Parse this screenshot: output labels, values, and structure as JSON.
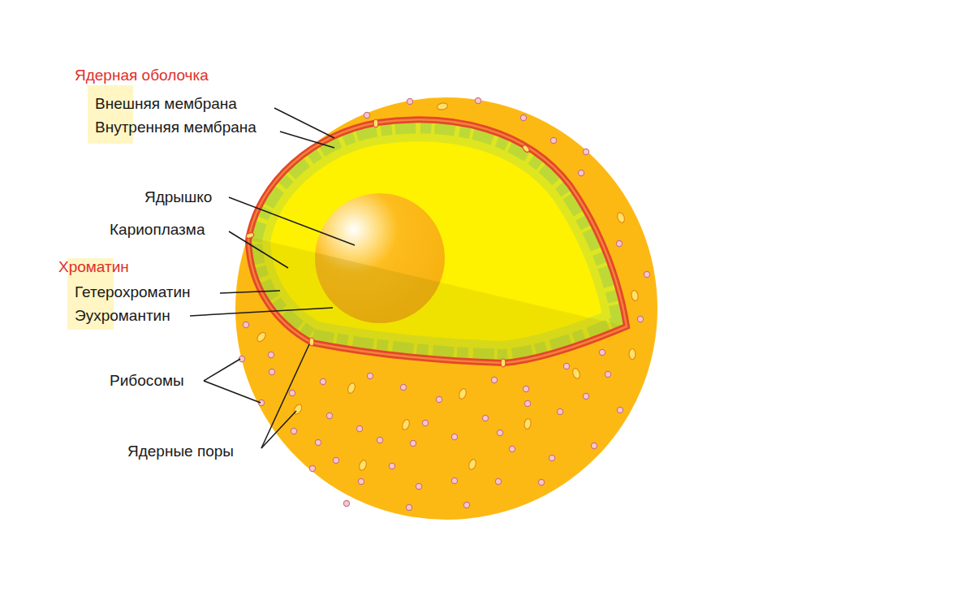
{
  "diagram": {
    "labels": [
      "Ядерная оболочка",
      "Внешняя мембрана",
      "Внутренняя мембрана",
      "Ядрышко",
      "Кариоплазма",
      "Хроматин",
      "Гетерохроматин",
      "Эухромантин",
      "Рибосомы",
      "Ядерные поры"
    ]
  }
}
